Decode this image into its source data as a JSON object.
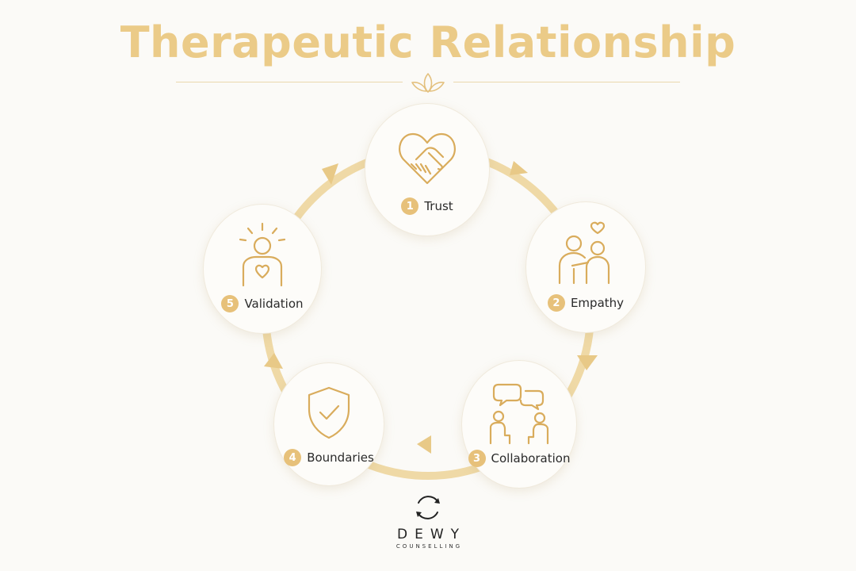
{
  "title": "Therapeutic Relationship",
  "colors": {
    "accent": "#ebcb88",
    "ring": "#efd9a6",
    "badge": "#e7c17a",
    "icon": "#d9ac5c",
    "background": "#fbfaf7"
  },
  "nodes": [
    {
      "number": "1",
      "label": "Trust",
      "icon": "heart-handshake-icon"
    },
    {
      "number": "2",
      "label": "Empathy",
      "icon": "supporting-people-icon"
    },
    {
      "number": "3",
      "label": "Collaboration",
      "icon": "conversation-icon"
    },
    {
      "number": "4",
      "label": "Boundaries",
      "icon": "shield-check-icon"
    },
    {
      "number": "5",
      "label": "Validation",
      "icon": "person-heart-icon"
    }
  ],
  "logo": {
    "brand": "DEWY",
    "sub": "COUNSELLING"
  }
}
